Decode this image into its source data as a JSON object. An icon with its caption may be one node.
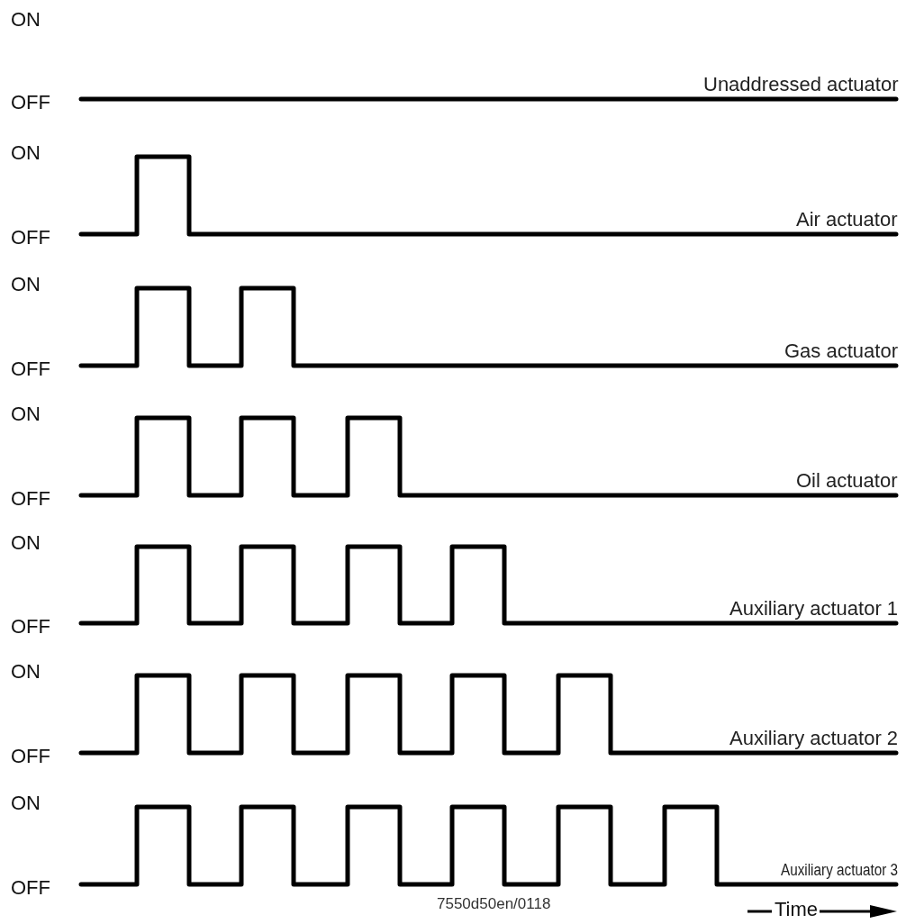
{
  "diagram": {
    "labels": [
      "ON",
      "OFF",
      "Unaddressed actuator",
      "ON",
      "OFF",
      "Air actuator",
      "ON",
      "OFF",
      "Gas actuator",
      "ON",
      "OFF",
      "Oil actuator",
      "ON",
      "OFF",
      "Auxiliary actuator 1",
      "ON",
      "OFF",
      "Auxiliary actuator 2",
      "ON",
      "OFF",
      "Auxiliary actuator 3",
      "7550d50en/0118",
      "Time"
    ]
  }
}
